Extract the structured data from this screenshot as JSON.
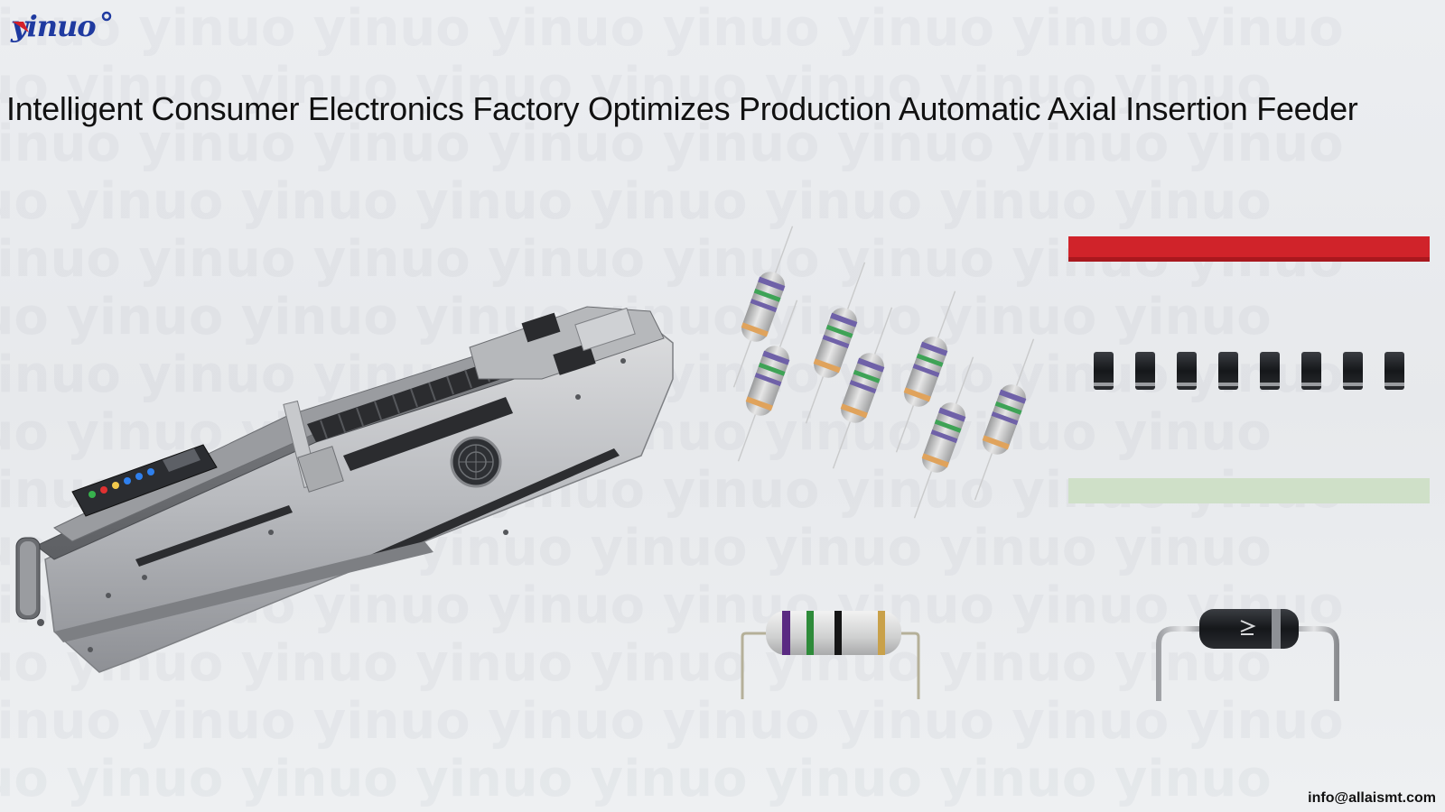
{
  "brand": {
    "logo_text": "yinuo",
    "logo_color": "#1f3aa0",
    "logo_accent_color": "#d4202a"
  },
  "title": "Intelligent Consumer Electronics Factory Optimizes Production Automatic Axial Insertion Feeder",
  "contact": {
    "email": "info@allaismt.com"
  },
  "images": {
    "feeder": "axial-insertion-feeder-machine",
    "resistors": "taped-axial-resistors",
    "diode_strip": "axial-diode-tape-strip",
    "bent_resistor": "formed-axial-resistor",
    "bent_diode": "formed-axial-diode"
  },
  "colors": {
    "tape_red": "#d0232a",
    "tape_bottom": "#cfe0c8",
    "diode_body": "#1b1d20",
    "resistor_body": "#c8c9c9"
  }
}
